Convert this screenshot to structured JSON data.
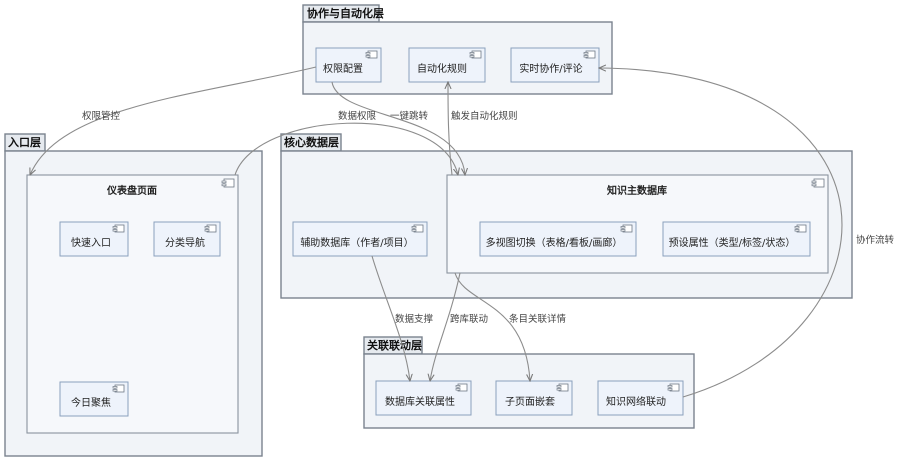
{
  "packages": {
    "collab": {
      "title": "协作与自动化层"
    },
    "entry": {
      "title": "入口层"
    },
    "core": {
      "title": "核心数据层"
    },
    "link": {
      "title": "关联联动层"
    }
  },
  "containers": {
    "dashboard": {
      "title": "仪表盘页面"
    },
    "master_db": {
      "title": "知识主数据库"
    }
  },
  "components": {
    "perm_config": "权限配置",
    "auto_rules": "自动化规则",
    "realtime_collab": "实时协作/评论",
    "quick_entry": "快速入口",
    "category_nav": "分类导航",
    "today_focus": "今日聚焦",
    "aux_db": "辅助数据库（作者/项目）",
    "multi_view": "多视图切换（表格/看板/画廊）",
    "preset_props": "预设属性（类型/标签/状态）",
    "db_relation": "数据库关联属性",
    "subpage_nest": "子页面嵌套",
    "knowledge_link": "知识网络联动"
  },
  "edge_labels": {
    "perm_control": "权限管控",
    "data_perm": "数据权限",
    "one_click_jump": "一键跳转",
    "trigger_rules": "触发自动化规则",
    "collab_flow": "协作流转",
    "data_support": "数据支撑",
    "cross_db": "跨库联动",
    "entry_detail": "条目关联详情"
  },
  "colors": {
    "package_fill": "#f1f4f8",
    "package_border": "#7a838e",
    "component_fill": "#eef3fb",
    "component_border": "#8aa0bd",
    "edge": "#8c8c8c"
  }
}
